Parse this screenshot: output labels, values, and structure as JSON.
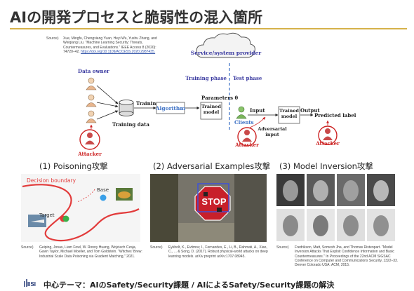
{
  "title": "AIの開発プロセスと脆弱性の混入箇所",
  "top_source": {
    "label": "Source)",
    "text": "Xue, Mingfu, Chengxiang Yuan, Heyi Wu, Yushu Zhang, and Weiqiang Liu. \"Machine Learning Security: Threats, Countermeasures, and Evaluations.\" IEEE Access 8 (2020): 74720–42.",
    "link": "https://doi.org/10.1109/ACCESS.2020.2987435."
  },
  "diagram": {
    "service_provider": "Service/system provider",
    "data_owner": "Data owner",
    "training": "Training",
    "training_data": "Training data",
    "algorithm": "Algorithm",
    "parameters": "Parameters θ",
    "training_phase": "Training phase",
    "test_phase": "Test phase",
    "trained_model_1": "Trained model",
    "input": "Input",
    "clients": "Clients",
    "trained_model_2": "Trained model",
    "output": "Output",
    "predicted_label": "Predicted label",
    "adversarial_input": "Adversarial input",
    "attacker": "Attacker"
  },
  "captions": {
    "c1": "(1) Poisoning攻撃",
    "c2": "(2) Adversarial Examples攻撃",
    "c3": "(3) Model Inversion攻撃"
  },
  "panel1": {
    "decision_boundary": "Decision boundary",
    "base": "Base",
    "target": "Target"
  },
  "panel2": {
    "sign_text": "STOP"
  },
  "sources": {
    "s1_label": "Source)",
    "s1": "Geiping, Jonas, Liam Fowl, W. Ronny Huang, Wojciech Czaja, Gavin Taylor, Michael Moeller, and Tom Goldstein. \"Witches' Brew: Industrial Scale Data Poisoning via Gradient Matching,\" 2021.",
    "s2_label": "Source)",
    "s2": "Eykholt, K., Evtimov, I., Fernandes, E., Li, B., Rahmati, A., Xiao, C., ... & Song, D. (2017). Robust physical-world attacks on deep learning models. arXiv preprint arXiv:1707.08945.",
    "s3_label": "Source)",
    "s3": "Fredrikson, Matt, Somesh Jha, and Thomas Ristenpart. \"Model Inversion Attacks That Exploit Confidence Information and Basic Countermeasures.\" In Proceedings of the 22nd ACM SIGSAC Conference on Computer and Communications Security, 1322–33. Denver Colorado USA: ACM, 2015."
  },
  "footer": {
    "logo_text": "IISI",
    "text": "中心テーマ：AIのSafety/Security課題 / AIによるSafety/Security課題の解決"
  },
  "colors": {
    "accent": "#d6b24a",
    "algorithm_blue": "#3a6fc4",
    "attacker_red": "#cc2222"
  }
}
